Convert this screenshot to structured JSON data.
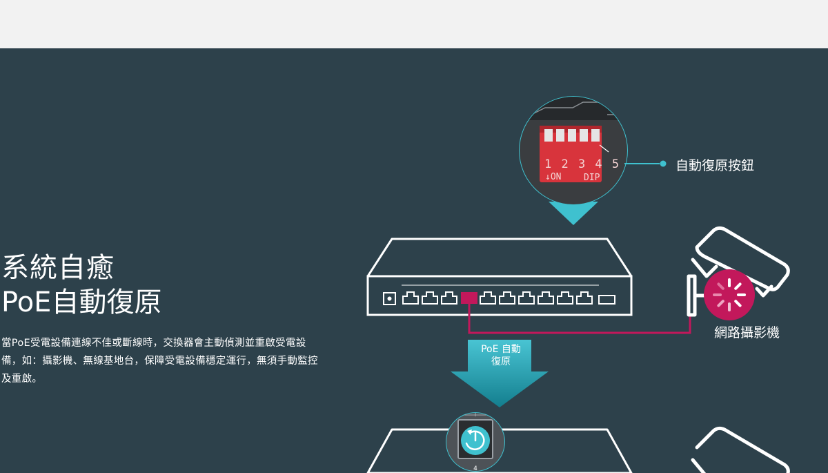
{
  "heading": {
    "line1": "系統自癒",
    "line2": "PoE自動復原"
  },
  "description": "當PoE受電設備連線不佳或斷線時，交換器會主動偵測並重啟受電設備，如：攝影機、無線基地台，保障受電設備穩定運行，無須手動監控及重啟。",
  "diagram": {
    "dip_switch": {
      "numbers": "1 2 3 4 5",
      "on_label": "↓ON",
      "dip_label": "DIP"
    },
    "recovery_button_label": "自動復原按鈕",
    "camera_label": "網路攝影機",
    "arrow_label_line1": "PoE 自動",
    "arrow_label_line2": "復原",
    "port_mark": "4"
  },
  "colors": {
    "background": "#2d414b",
    "top_band": "#f2f2f2",
    "accent_cyan": "#3fc1cf",
    "accent_magenta": "#c2185b",
    "dip_red": "#d8343c"
  }
}
